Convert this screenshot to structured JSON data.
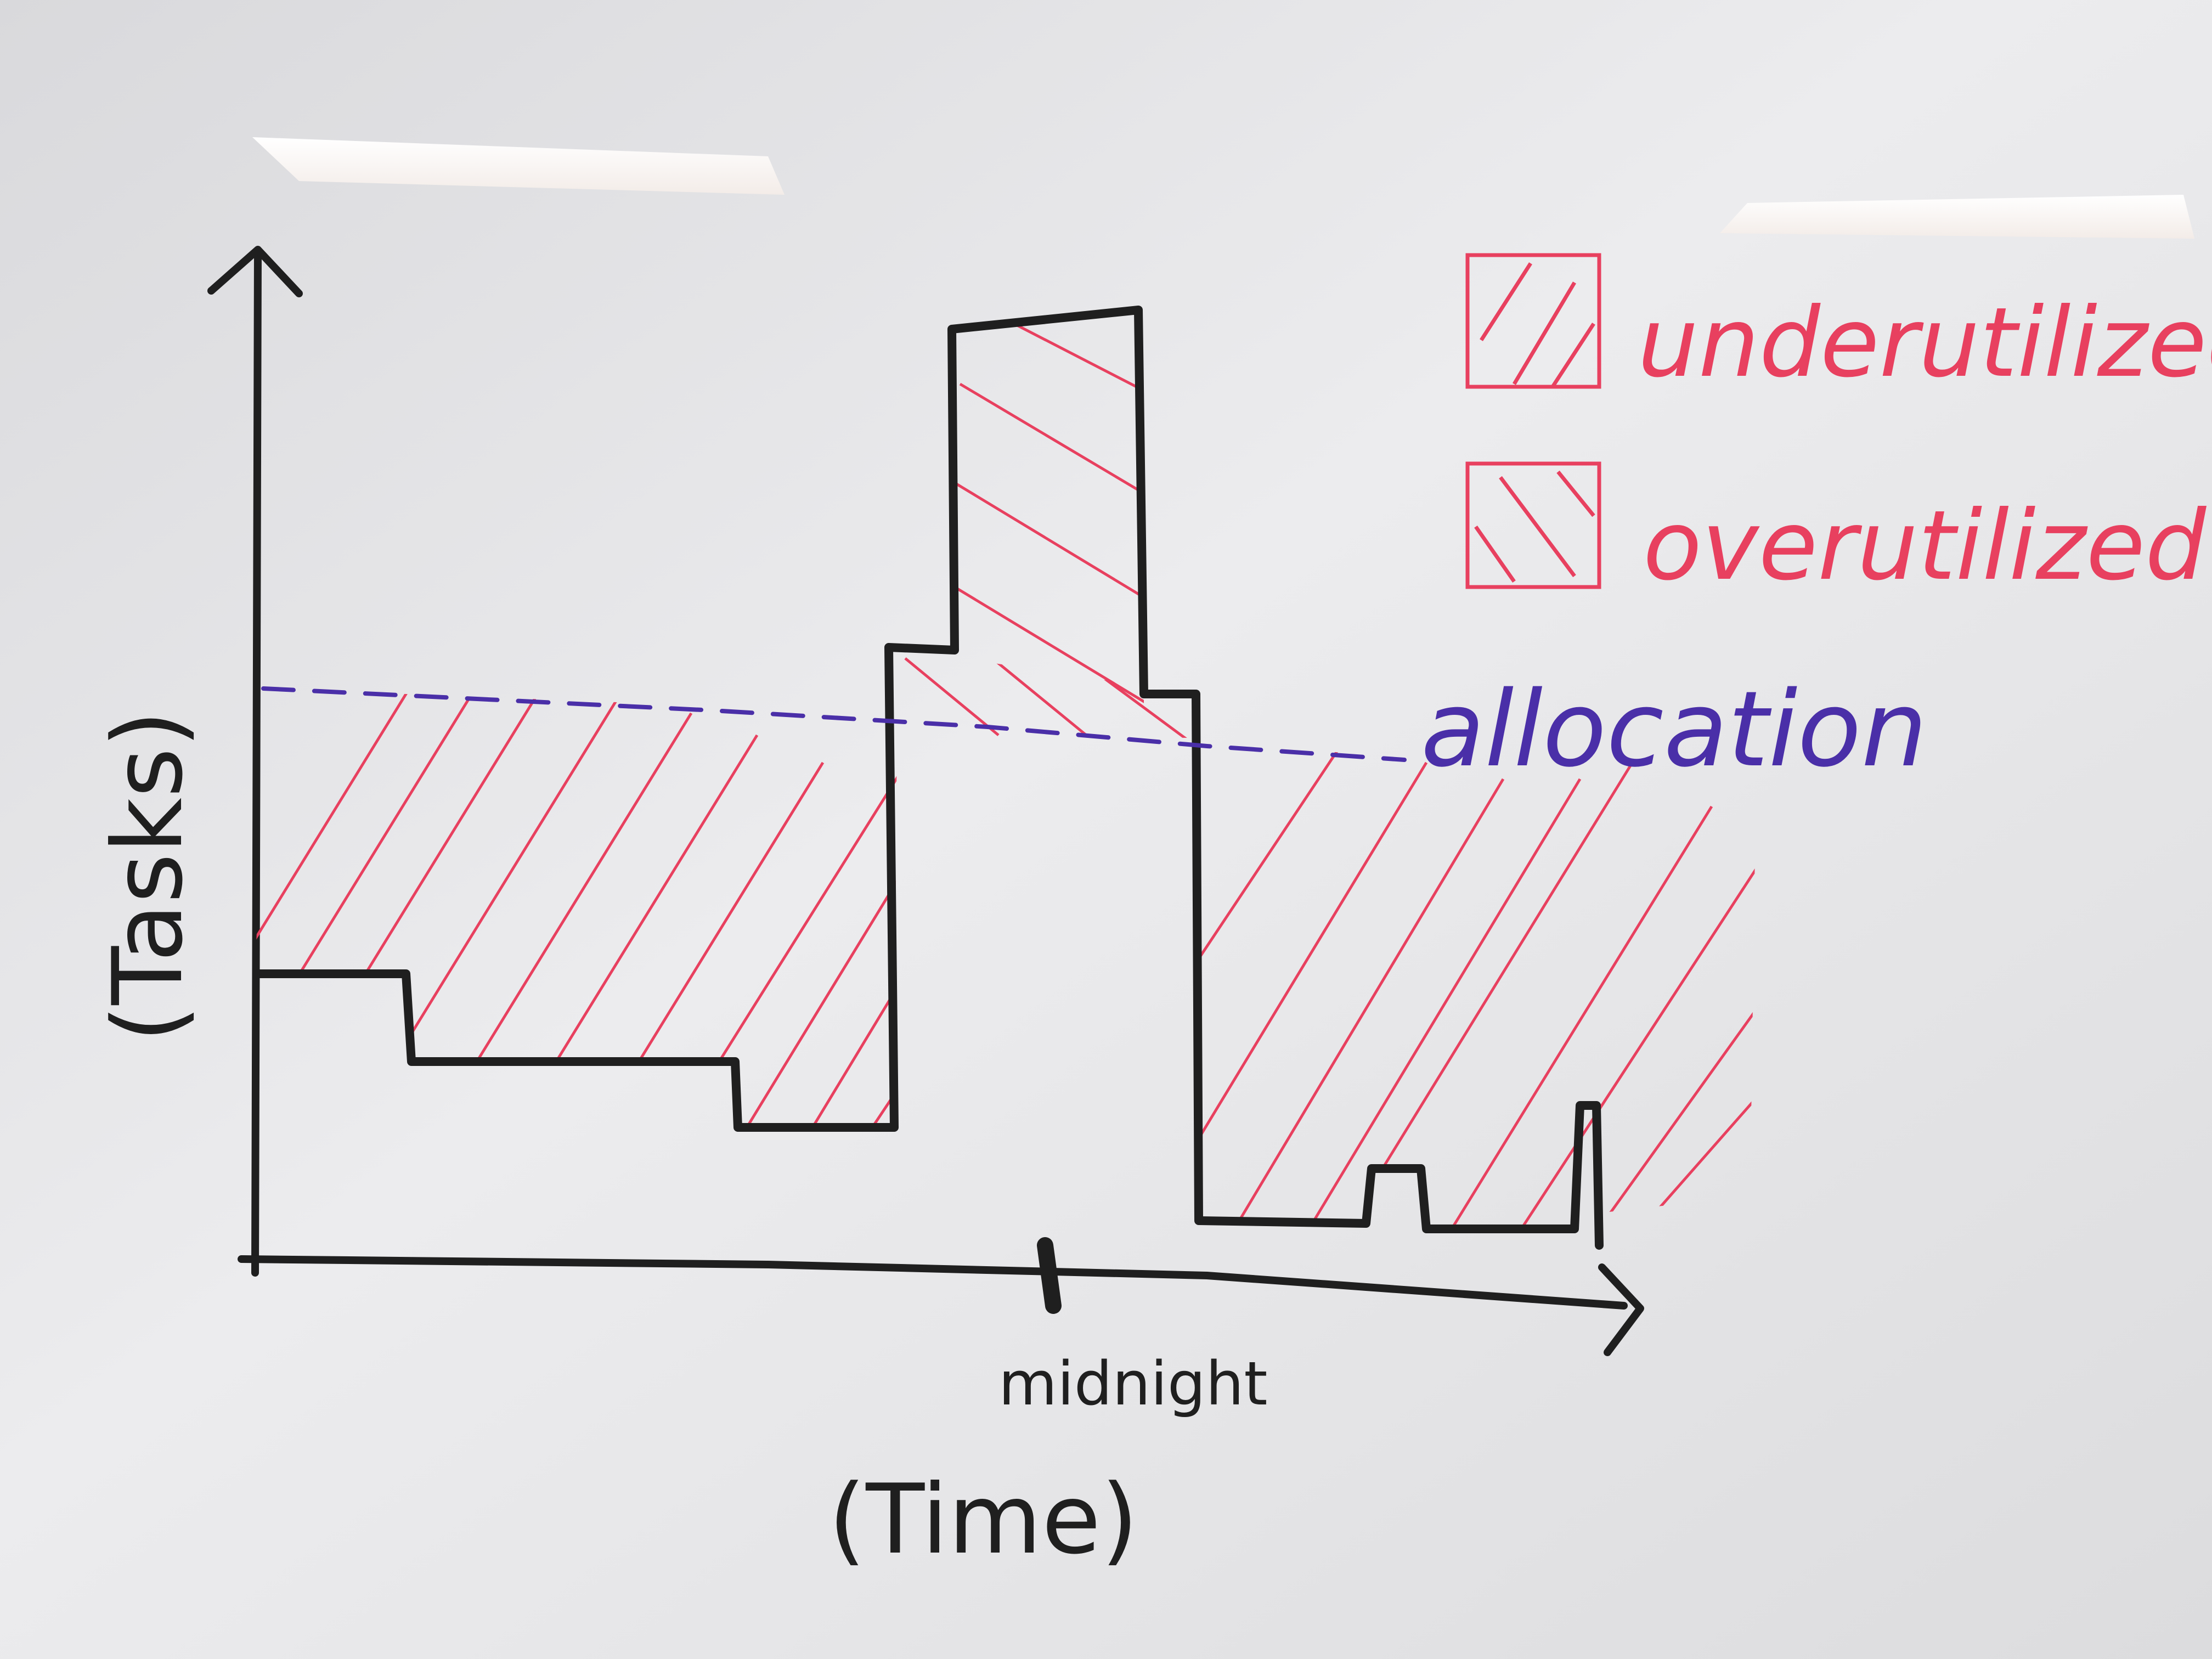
{
  "colors": {
    "board": "#e6e6e8",
    "light": "#ffffff",
    "black_marker": "#1f1f1f",
    "red_marker": "#e8405f",
    "purple_marker": "#4a2fa8"
  },
  "axes": {
    "y_label": "(Tasks)",
    "x_label": "(Time)",
    "x_tick_label": "midnight"
  },
  "allocation_label": "allocation",
  "legend": {
    "items": [
      {
        "label": "underutilized",
        "hatch": "forward"
      },
      {
        "label": "overutilized",
        "hatch": "backward"
      }
    ]
  },
  "icons": {
    "y_axis_arrow": "arrow-up-icon",
    "x_axis_arrow": "arrow-right-icon"
  }
}
